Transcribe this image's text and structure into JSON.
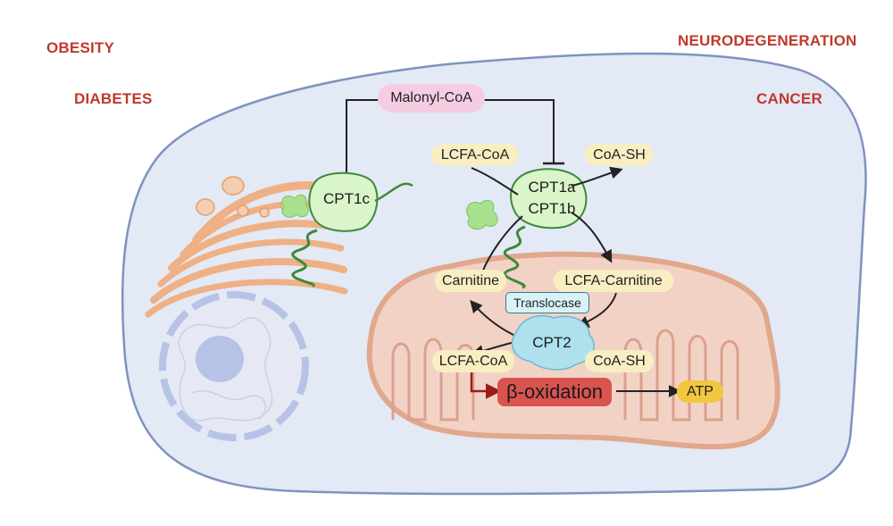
{
  "conditions": {
    "obesity": "OBESITY",
    "diabetes": "DIABETES",
    "neurodegeneration": "NEURODEGENERATION",
    "cancer": "CANCER"
  },
  "molecules": {
    "malonyl_coa": "Malonyl-CoA",
    "lcfa_coa_top": "LCFA-CoA",
    "coa_sh_top": "CoA-SH",
    "carnitine": "Carnitine",
    "lcfa_carnitine": "LCFA-Carnitine",
    "lcfa_coa_bottom": "LCFA-CoA",
    "coa_sh_bottom": "CoA-SH",
    "atp": "ATP"
  },
  "enzymes": {
    "cpt1c": "CPT1c",
    "cpt1a": "CPT1a",
    "cpt1b": "CPT1b",
    "translocase": "Translocase",
    "cpt2": "CPT2"
  },
  "processes": {
    "beta_oxidation": "β-oxidation"
  },
  "colors": {
    "condition_text": "#c0392b",
    "cell_fill": "#e3e9f5",
    "cell_border": "#7f93bf",
    "mito_fill": "#f3d2c6",
    "mito_border": "#e0a88d",
    "cpt1_fill": "#d9f5c9",
    "cpt1_border": "#3c8a3a",
    "cpt2_fill": "#aee0ee",
    "golgi": "#eeb084",
    "nucleus": "#b6c3e6",
    "beta_box": "#d9534f",
    "atp_box": "#f2c63d",
    "label_box": "#f8eec2",
    "malonyl_box": "#f5cde3"
  }
}
